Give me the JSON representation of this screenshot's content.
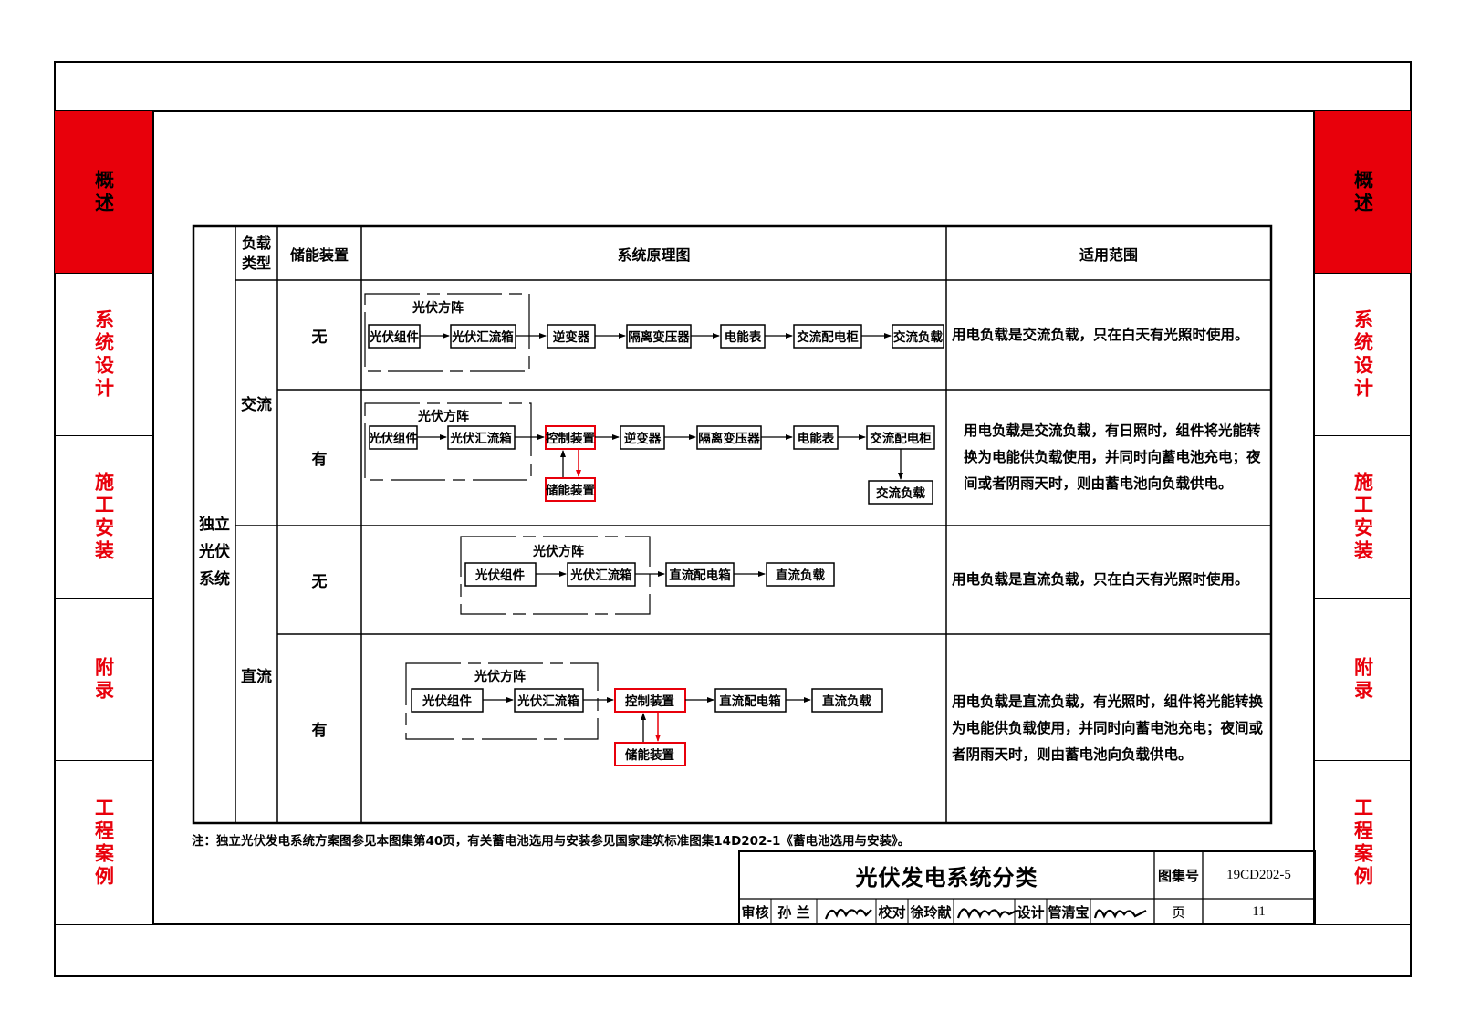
{
  "sidebar": {
    "tabs": [
      {
        "label": "概述",
        "active": true
      },
      {
        "label": "系统设计",
        "active": false
      },
      {
        "label": "施工安装",
        "active": false
      },
      {
        "label": "附录",
        "active": false
      },
      {
        "label": "工程案例",
        "active": false
      }
    ]
  },
  "table": {
    "headers": {
      "load_type": "负载类型",
      "storage": "储能装置",
      "diagram": "系统原理图",
      "scope": "适用范围"
    },
    "system_label": "独立光伏系统",
    "groups": {
      "ac": "交流",
      "dc": "直流"
    },
    "rows": [
      {
        "storage": "无",
        "scope": "用电负载是交流负载，只在白天有光照时使用。"
      },
      {
        "storage": "有",
        "scope": "用电负载是交流负载，有日照时，组件将光能转换为电能供负载使用，并同时向蓄电池充电；夜间或者阴雨天时，则由蓄电池向负载供电。"
      },
      {
        "storage": "无",
        "scope": "用电负载是直流负载，只在白天有光照时使用。"
      },
      {
        "storage": "有",
        "scope": "用电负载是直流负载，有光照时，组件将光能转换为电能供负载使用，并同时向蓄电池充电；夜间或者阴雨天时，则由蓄电池向负载供电。"
      }
    ]
  },
  "diagrams": {
    "array": "光伏方阵",
    "pv_module": "光伏组件",
    "combiner": "光伏汇流箱",
    "inverter": "逆变器",
    "transformer": "隔离变压器",
    "meter": "电能表",
    "ac_cabinet": "交流配电柜",
    "ac_load": "交流负载",
    "controller": "控制装置",
    "storage": "储能装置",
    "dc_box": "直流配电箱",
    "dc_load": "直流负载"
  },
  "note": "注：独立光伏发电系统方案图参见本图集第40页，有关蓄电池选用与安装参见国家建筑标准图集14D202-1《蓄电池选用与安装》。",
  "title_block": {
    "title": "光伏发电系统分类",
    "atlas_label": "图集号",
    "atlas_no": "19CD202-5",
    "review_label": "审核",
    "reviewer": "孙 兰",
    "check_label": "校对",
    "checker": "徐玲献",
    "design_label": "设计",
    "designer": "管清宝",
    "page_label": "页",
    "page_no": "11"
  },
  "colors": {
    "accent_red": "#e8000b",
    "line": "#000000"
  }
}
